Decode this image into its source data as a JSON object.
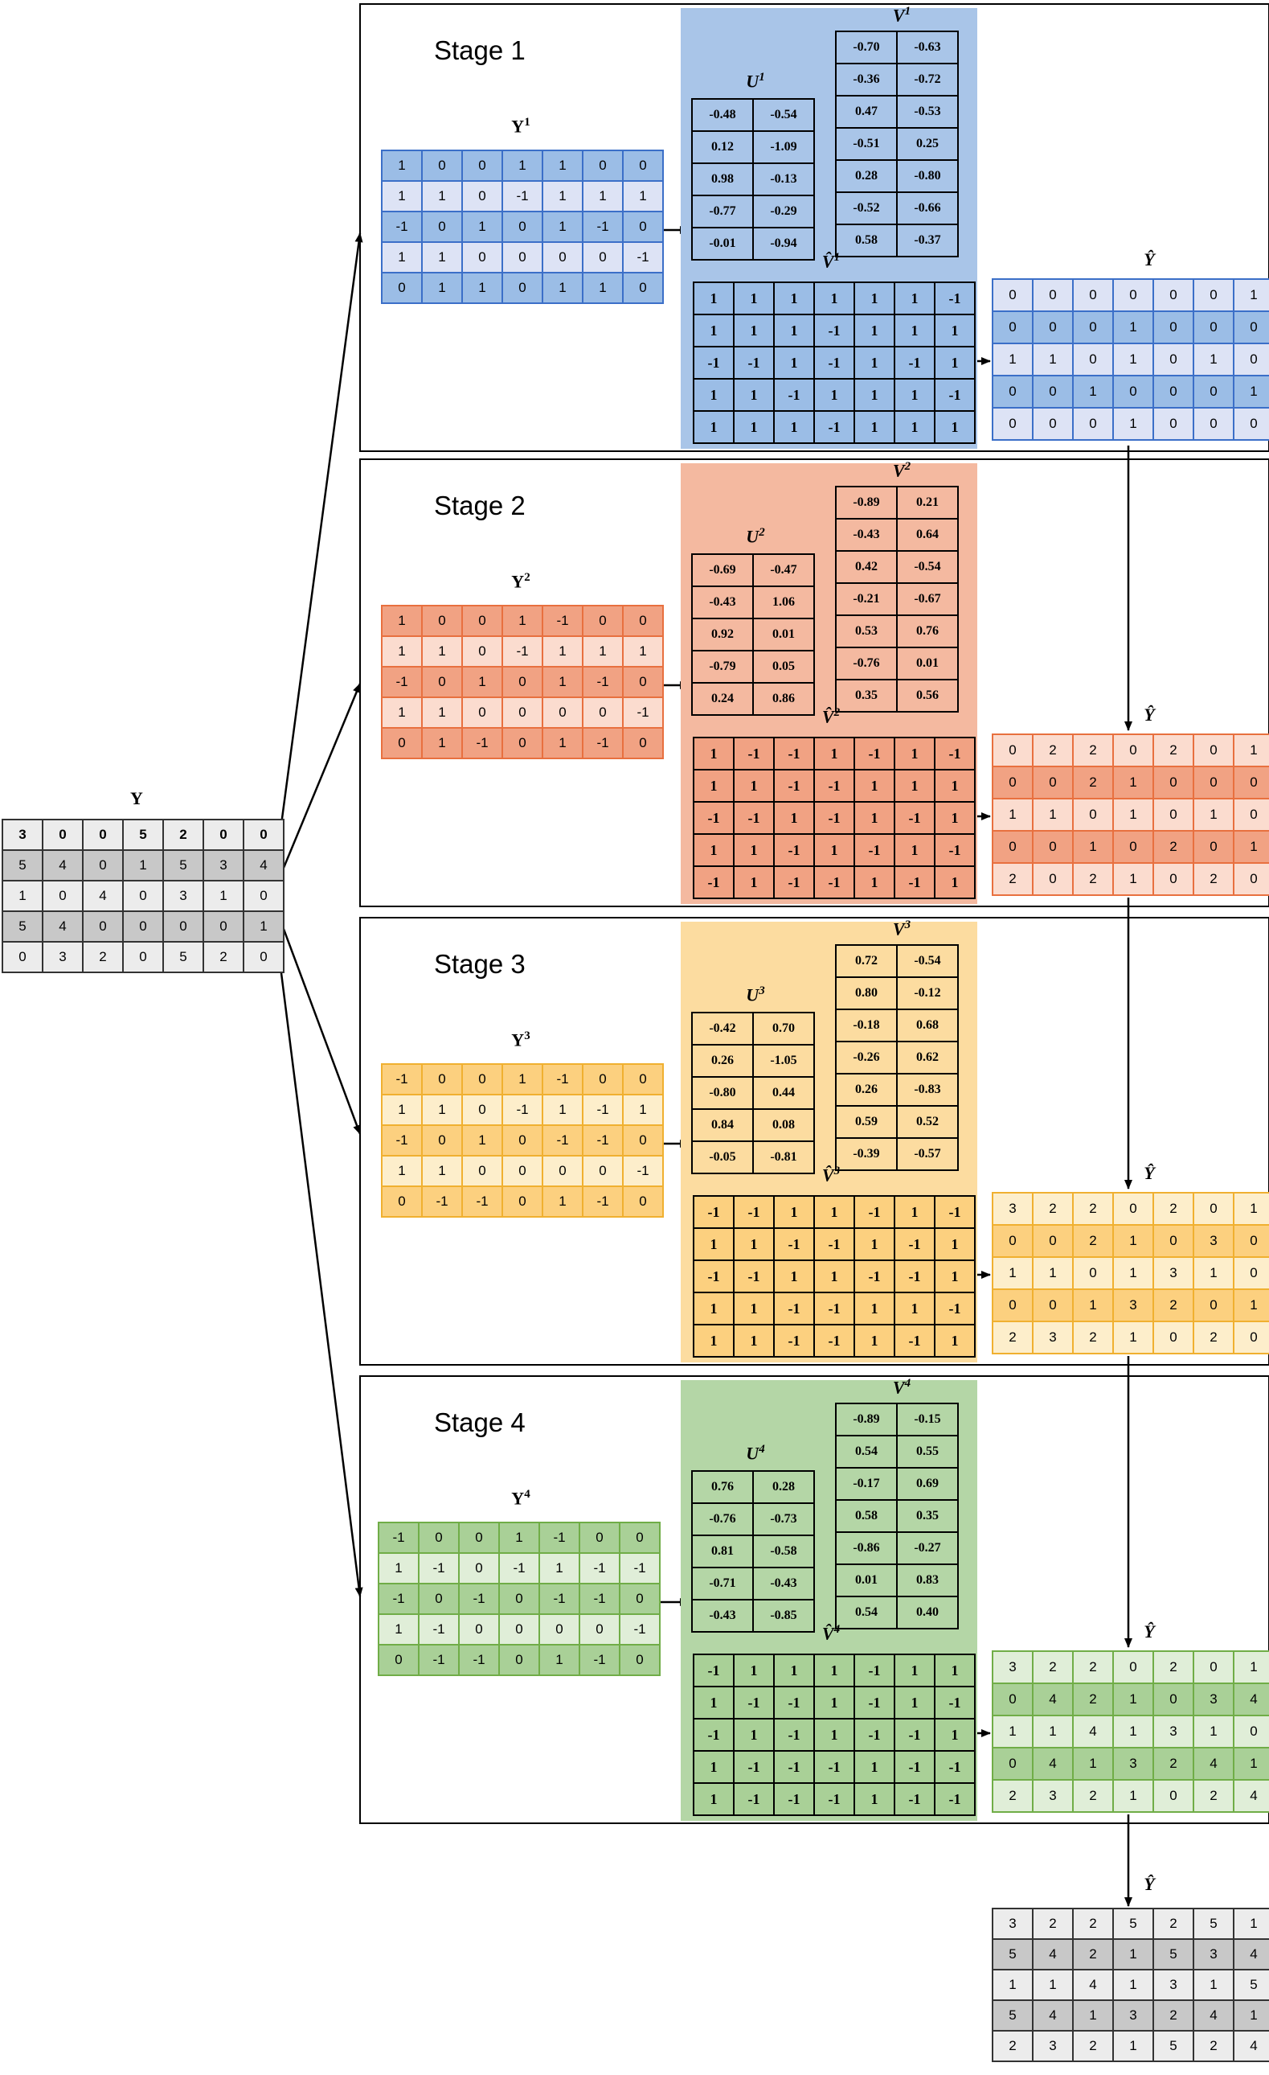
{
  "colors": {
    "stage1_panel": "#a9c5e8",
    "stage1_dark": "#9bbde6",
    "stage1_light": "#dde3f5",
    "stage1_border": "#3b6fc8",
    "stage2_panel": "#f4b9a0",
    "stage2_dark": "#f1a283",
    "stage2_light": "#fbdccf",
    "stage2_border": "#e8703f",
    "stage3_panel": "#fcdca0",
    "stage3_dark": "#fcd07f",
    "stage3_light": "#fdeecb",
    "stage3_border": "#f0b030",
    "stage4_panel": "#b4d6a6",
    "stage4_dark": "#a9d097",
    "stage4_light": "#e0eed8",
    "stage4_border": "#70ad47",
    "gray_dark": "#c8c8c8",
    "gray_light": "#ececec"
  },
  "input": {
    "label": "Y",
    "matrix": [
      [
        3,
        0,
        0,
        5,
        2,
        0,
        0
      ],
      [
        5,
        4,
        0,
        1,
        5,
        3,
        4
      ],
      [
        1,
        0,
        4,
        0,
        3,
        1,
        0
      ],
      [
        5,
        4,
        0,
        0,
        0,
        0,
        1
      ],
      [
        0,
        3,
        2,
        0,
        5,
        2,
        0
      ]
    ]
  },
  "stages": [
    {
      "title": "Stage 1",
      "y_label": "Y",
      "u_label": "U",
      "v_label": "V",
      "vhat_label": "V̂",
      "yhat_label": "Ŷ",
      "sup": "1",
      "y": [
        [
          1,
          0,
          0,
          1,
          1,
          0,
          0
        ],
        [
          1,
          1,
          0,
          -1,
          1,
          1,
          1
        ],
        [
          -1,
          0,
          1,
          0,
          1,
          -1,
          0
        ],
        [
          1,
          1,
          0,
          0,
          0,
          0,
          -1
        ],
        [
          0,
          1,
          1,
          0,
          1,
          1,
          0
        ]
      ],
      "u": [
        [
          "-0.48",
          "-0.54"
        ],
        [
          "0.12",
          "-1.09"
        ],
        [
          "0.98",
          "-0.13"
        ],
        [
          "-0.77",
          "-0.29"
        ],
        [
          "-0.01",
          "-0.94"
        ]
      ],
      "v": [
        [
          "-0.70",
          "-0.63"
        ],
        [
          "-0.36",
          "-0.72"
        ],
        [
          "0.47",
          "-0.53"
        ],
        [
          "-0.51",
          "0.25"
        ],
        [
          "0.28",
          "-0.80"
        ],
        [
          "-0.52",
          "-0.66"
        ],
        [
          "0.58",
          "-0.37"
        ]
      ],
      "vhat": [
        [
          1,
          1,
          1,
          1,
          1,
          1,
          -1
        ],
        [
          1,
          1,
          1,
          -1,
          1,
          1,
          1
        ],
        [
          -1,
          -1,
          1,
          -1,
          1,
          -1,
          1
        ],
        [
          1,
          1,
          -1,
          1,
          1,
          1,
          -1
        ],
        [
          1,
          1,
          1,
          -1,
          1,
          1,
          1
        ]
      ],
      "yhat": [
        [
          0,
          0,
          0,
          0,
          0,
          0,
          1
        ],
        [
          0,
          0,
          0,
          1,
          0,
          0,
          0
        ],
        [
          1,
          1,
          0,
          1,
          0,
          1,
          0
        ],
        [
          0,
          0,
          1,
          0,
          0,
          0,
          1
        ],
        [
          0,
          0,
          0,
          1,
          0,
          0,
          0
        ]
      ]
    },
    {
      "title": "Stage 2",
      "y_label": "Y",
      "u_label": "U",
      "v_label": "V",
      "vhat_label": "V̂",
      "yhat_label": "Ŷ",
      "sup": "2",
      "y": [
        [
          1,
          0,
          0,
          1,
          -1,
          0,
          0
        ],
        [
          1,
          1,
          0,
          -1,
          1,
          1,
          1
        ],
        [
          -1,
          0,
          1,
          0,
          1,
          -1,
          0
        ],
        [
          1,
          1,
          0,
          0,
          0,
          0,
          -1
        ],
        [
          0,
          1,
          -1,
          0,
          1,
          -1,
          0
        ]
      ],
      "u": [
        [
          "-0.69",
          "-0.47"
        ],
        [
          "-0.43",
          "1.06"
        ],
        [
          "0.92",
          "0.01"
        ],
        [
          "-0.79",
          "0.05"
        ],
        [
          "0.24",
          "0.86"
        ]
      ],
      "v": [
        [
          "-0.89",
          "0.21"
        ],
        [
          "-0.43",
          "0.64"
        ],
        [
          "0.42",
          "-0.54"
        ],
        [
          "-0.21",
          "-0.67"
        ],
        [
          "0.53",
          "0.76"
        ],
        [
          "-0.76",
          "0.01"
        ],
        [
          "0.35",
          "0.56"
        ]
      ],
      "vhat": [
        [
          1,
          -1,
          -1,
          1,
          -1,
          1,
          -1
        ],
        [
          1,
          1,
          -1,
          -1,
          1,
          1,
          1
        ],
        [
          -1,
          -1,
          1,
          -1,
          1,
          -1,
          1
        ],
        [
          1,
          1,
          -1,
          1,
          -1,
          1,
          -1
        ],
        [
          -1,
          1,
          -1,
          -1,
          1,
          -1,
          1
        ]
      ],
      "yhat": [
        [
          0,
          2,
          2,
          0,
          2,
          0,
          1
        ],
        [
          0,
          0,
          2,
          1,
          0,
          0,
          0
        ],
        [
          1,
          1,
          0,
          1,
          0,
          1,
          0
        ],
        [
          0,
          0,
          1,
          0,
          2,
          0,
          1
        ],
        [
          2,
          0,
          2,
          1,
          0,
          2,
          0
        ]
      ]
    },
    {
      "title": "Stage 3",
      "y_label": "Y",
      "u_label": "U",
      "v_label": "V",
      "vhat_label": "V̂",
      "yhat_label": "Ŷ",
      "sup": "3",
      "y": [
        [
          -1,
          0,
          0,
          1,
          -1,
          0,
          0
        ],
        [
          1,
          1,
          0,
          -1,
          1,
          -1,
          1
        ],
        [
          -1,
          0,
          1,
          0,
          -1,
          -1,
          0
        ],
        [
          1,
          1,
          0,
          0,
          0,
          0,
          -1
        ],
        [
          0,
          -1,
          -1,
          0,
          1,
          -1,
          0
        ]
      ],
      "u": [
        [
          "-0.42",
          "0.70"
        ],
        [
          "0.26",
          "-1.05"
        ],
        [
          "-0.80",
          "0.44"
        ],
        [
          "0.84",
          "0.08"
        ],
        [
          "-0.05",
          "-0.81"
        ]
      ],
      "v": [
        [
          "0.72",
          "-0.54"
        ],
        [
          "0.80",
          "-0.12"
        ],
        [
          "-0.18",
          "0.68"
        ],
        [
          "-0.26",
          "0.62"
        ],
        [
          "0.26",
          "-0.83"
        ],
        [
          "0.59",
          "0.52"
        ],
        [
          "-0.39",
          "-0.57"
        ]
      ],
      "vhat": [
        [
          -1,
          -1,
          1,
          1,
          -1,
          1,
          -1
        ],
        [
          1,
          1,
          -1,
          -1,
          1,
          -1,
          1
        ],
        [
          -1,
          -1,
          1,
          1,
          -1,
          -1,
          1
        ],
        [
          1,
          1,
          -1,
          -1,
          1,
          1,
          -1
        ],
        [
          1,
          1,
          -1,
          -1,
          1,
          -1,
          1
        ]
      ],
      "yhat": [
        [
          3,
          2,
          2,
          0,
          2,
          0,
          1
        ],
        [
          0,
          0,
          2,
          1,
          0,
          3,
          0
        ],
        [
          1,
          1,
          0,
          1,
          3,
          1,
          0
        ],
        [
          0,
          0,
          1,
          3,
          2,
          0,
          1
        ],
        [
          2,
          3,
          2,
          1,
          0,
          2,
          0
        ]
      ]
    },
    {
      "title": "Stage 4",
      "y_label": "Y",
      "u_label": "U",
      "v_label": "V",
      "vhat_label": "V̂",
      "yhat_label": "Ŷ",
      "sup": "4",
      "y": [
        [
          -1,
          0,
          0,
          1,
          -1,
          0,
          0
        ],
        [
          1,
          -1,
          0,
          -1,
          1,
          -1,
          -1
        ],
        [
          -1,
          0,
          -1,
          0,
          -1,
          -1,
          0
        ],
        [
          1,
          -1,
          0,
          0,
          0,
          0,
          -1
        ],
        [
          0,
          -1,
          -1,
          0,
          1,
          -1,
          0
        ]
      ],
      "u": [
        [
          "0.76",
          "0.28"
        ],
        [
          "-0.76",
          "-0.73"
        ],
        [
          "0.81",
          "-0.58"
        ],
        [
          "-0.71",
          "-0.43"
        ],
        [
          "-0.43",
          "-0.85"
        ]
      ],
      "v": [
        [
          "-0.89",
          "-0.15"
        ],
        [
          "0.54",
          "0.55"
        ],
        [
          "-0.17",
          "0.69"
        ],
        [
          "0.58",
          "0.35"
        ],
        [
          "-0.86",
          "-0.27"
        ],
        [
          "0.01",
          "0.83"
        ],
        [
          "0.54",
          "0.40"
        ]
      ],
      "vhat": [
        [
          -1,
          1,
          1,
          1,
          -1,
          1,
          1
        ],
        [
          1,
          -1,
          -1,
          1,
          -1,
          1,
          -1
        ],
        [
          -1,
          1,
          -1,
          1,
          -1,
          -1,
          1
        ],
        [
          1,
          -1,
          -1,
          -1,
          1,
          -1,
          -1
        ],
        [
          1,
          -1,
          -1,
          -1,
          1,
          -1,
          -1
        ]
      ],
      "yhat": [
        [
          3,
          2,
          2,
          0,
          2,
          0,
          1
        ],
        [
          0,
          4,
          2,
          1,
          0,
          3,
          4
        ],
        [
          1,
          1,
          4,
          1,
          3,
          1,
          0
        ],
        [
          0,
          4,
          1,
          3,
          2,
          4,
          1
        ],
        [
          2,
          3,
          2,
          1,
          0,
          2,
          4
        ]
      ]
    }
  ],
  "output": {
    "label": "Ŷ",
    "matrix": [
      [
        3,
        2,
        2,
        5,
        2,
        5,
        1
      ],
      [
        5,
        4,
        2,
        1,
        5,
        3,
        4
      ],
      [
        1,
        1,
        4,
        1,
        3,
        1,
        5
      ],
      [
        5,
        4,
        1,
        3,
        2,
        4,
        1
      ],
      [
        2,
        3,
        2,
        1,
        5,
        2,
        4
      ]
    ]
  }
}
